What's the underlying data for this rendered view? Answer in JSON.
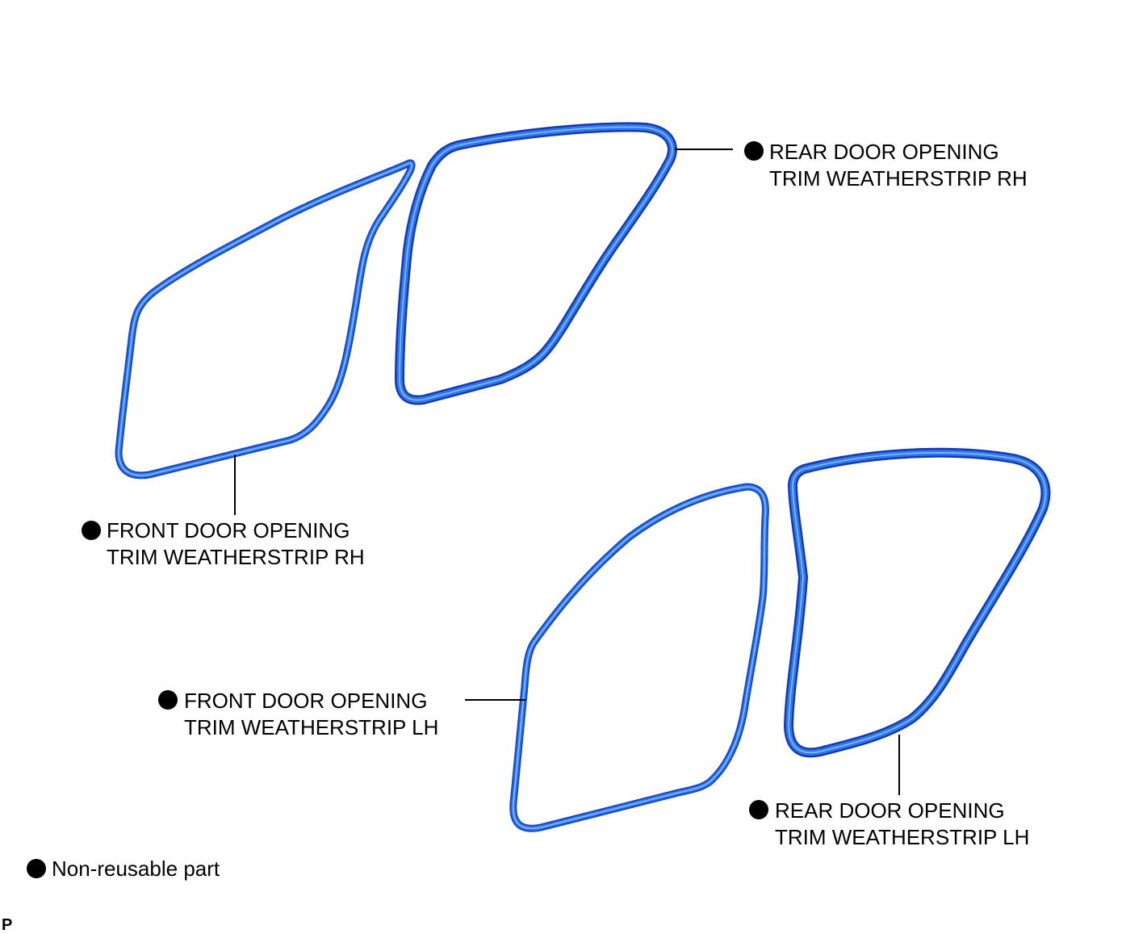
{
  "callouts": {
    "rear_rh": {
      "line1": "REAR DOOR OPENING",
      "line2": "TRIM WEATHERSTRIP RH"
    },
    "front_rh": {
      "line1": "FRONT DOOR OPENING",
      "line2": "TRIM WEATHERSTRIP RH"
    },
    "front_lh": {
      "line1": "FRONT DOOR OPENING",
      "line2": "TRIM WEATHERSTRIP LH"
    },
    "rear_lh": {
      "line1": "REAR DOOR OPENING",
      "line2": "TRIM WEATHERSTRIP LH"
    }
  },
  "legend": {
    "text": "Non-reusable part"
  },
  "figure_code": "P",
  "colors": {
    "strip_dark": "#1a45c8",
    "strip_mid": "#2f7ae8",
    "strip_highlight": "#8cc4ff",
    "text": "#000000"
  },
  "icons": {
    "non_reusable_marker": "filled-circle-icon"
  }
}
